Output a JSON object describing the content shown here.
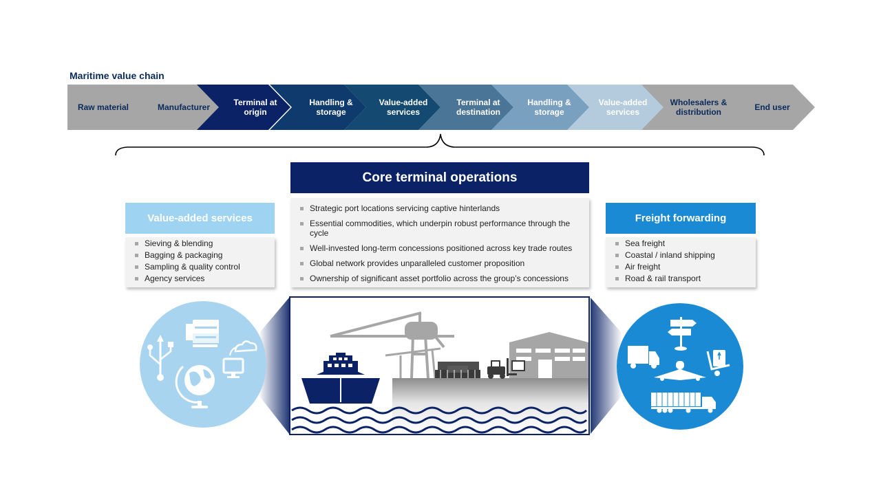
{
  "chain": {
    "title": "Maritime value chain",
    "steps": [
      {
        "label": "Raw material",
        "fill": "#a6a6a6",
        "text": "#0b2a5b"
      },
      {
        "label": "Manufacturer",
        "fill": "#a6a6a6",
        "text": "#0b2a5b"
      },
      {
        "label": "Terminal at\norigin",
        "fill": "#0b2366",
        "text": "#ffffff"
      },
      {
        "label": "Handling &\nstorage",
        "fill": "#0e3a6e",
        "text": "#ffffff"
      },
      {
        "label": "Value-added\nservices",
        "fill": "#144a72",
        "text": "#ffffff"
      },
      {
        "label": "Terminal at\ndestination",
        "fill": "#4a7596",
        "text": "#ffffff"
      },
      {
        "label": "Handling &\nstorage",
        "fill": "#7aa0bf",
        "text": "#ffffff"
      },
      {
        "label": "Value-added\nservices",
        "fill": "#b3cbdd",
        "text": "#ffffff"
      },
      {
        "label": "Wholesalers &\ndistribution",
        "fill": "#a6a6a6",
        "text": "#0b2a5b"
      },
      {
        "label": "End user",
        "fill": "#a6a6a6",
        "text": "#0b2a5b"
      }
    ]
  },
  "core": {
    "title": "Core terminal operations",
    "bullets": [
      "Strategic port locations servicing captive hinterlands",
      "Essential commodities, which underpin robust performance through the cycle",
      "Well-invested long-term concessions positioned across key trade routes",
      "Global network provides unparalleled customer proposition",
      "Ownership of significant asset portfolio across the group’s concessions"
    ]
  },
  "vas": {
    "title": "Value-added services",
    "color": "#9fd3f2",
    "bullets": [
      "Sieving & blending",
      "Bagging & packaging",
      "Sampling & quality control",
      "Agency services"
    ]
  },
  "freight": {
    "title": "Freight forwarding",
    "color": "#1a8ad4",
    "bullets": [
      "Sea freight",
      "Coastal / inland shipping",
      "Air freight",
      "Road & rail transport"
    ]
  },
  "icons": {
    "left_circle": [
      "usb-icon",
      "printer-icon",
      "globe-icon",
      "computer-cloud-icon"
    ],
    "right_circle": [
      "signpost-icon",
      "truck-icon",
      "airplane-icon",
      "hand-truck-icon",
      "container-truck-icon"
    ],
    "center": [
      "ship-icon",
      "crane-icon",
      "containers-icon",
      "forklift-icon",
      "warehouse-icon",
      "waves-icon"
    ]
  }
}
